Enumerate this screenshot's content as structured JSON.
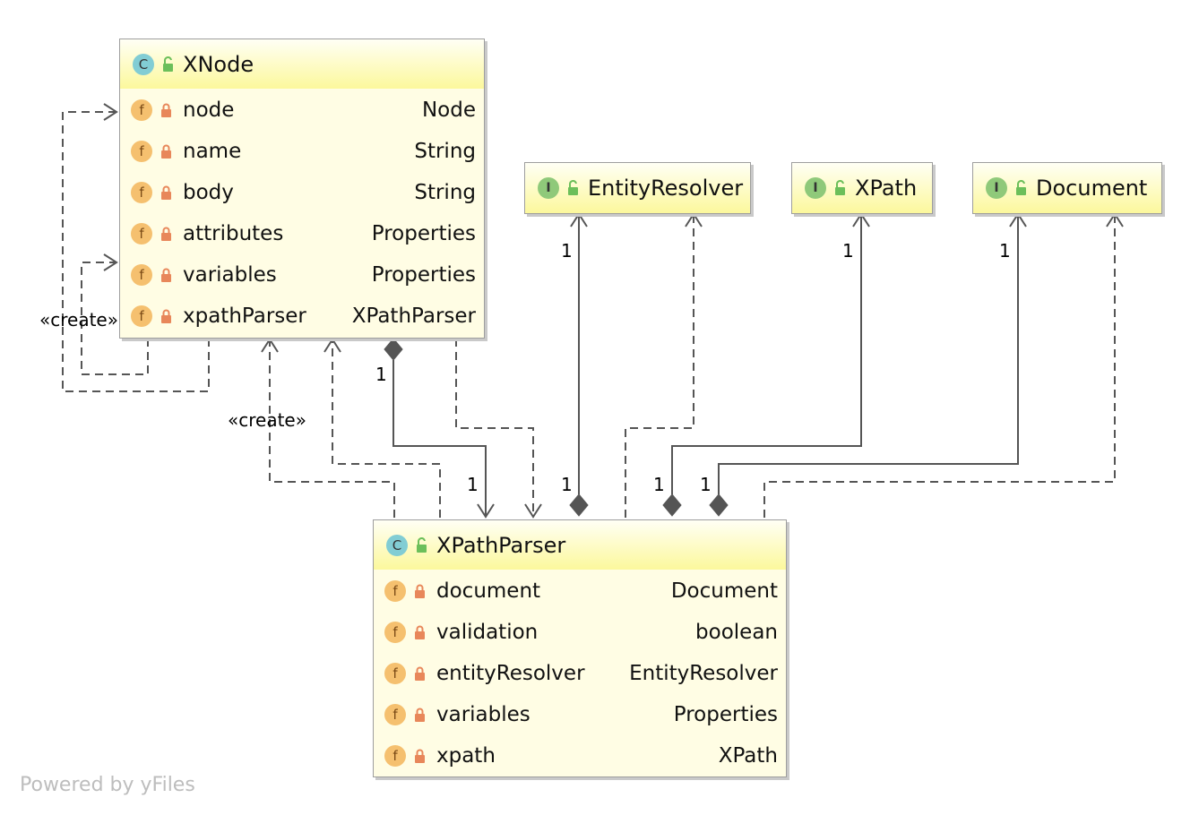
{
  "diagram": {
    "classes": [
      {
        "id": "xnode",
        "kind_badge": "C",
        "name": "XNode",
        "fields": [
          {
            "name": "node",
            "type": "Node"
          },
          {
            "name": "name",
            "type": "String"
          },
          {
            "name": "body",
            "type": "String"
          },
          {
            "name": "attributes",
            "type": "Properties"
          },
          {
            "name": "variables",
            "type": "Properties"
          },
          {
            "name": "xpathParser",
            "type": "XPathParser"
          }
        ]
      },
      {
        "id": "xpathparser",
        "kind_badge": "C",
        "name": "XPathParser",
        "fields": [
          {
            "name": "document",
            "type": "Document"
          },
          {
            "name": "validation",
            "type": "boolean"
          },
          {
            "name": "entityResolver",
            "type": "EntityResolver"
          },
          {
            "name": "variables",
            "type": "Properties"
          },
          {
            "name": "xpath",
            "type": "XPath"
          }
        ]
      }
    ],
    "interfaces": [
      {
        "id": "entityresolver",
        "kind_badge": "I",
        "name": "EntityResolver"
      },
      {
        "id": "xpath",
        "kind_badge": "I",
        "name": "XPath"
      },
      {
        "id": "document",
        "kind_badge": "I",
        "name": "Document"
      }
    ],
    "field_badge": "f",
    "multiplicity": {
      "xnode_diamond": "1",
      "xnode_to_parser_arrow": "1",
      "entityresolver_diamond": "1",
      "entityresolver_arrow": "1",
      "xpath_diamond": "1",
      "xpath_arrow": "1",
      "document_diamond": "1",
      "document_arrow": "1"
    },
    "stereotypes": {
      "self_create": "«create»",
      "parser_create": "«create»"
    },
    "credit": "Powered by yFiles",
    "colors": {
      "header_top": "#fffff5",
      "header_bottom": "#fcf89c",
      "body": "#fffde4",
      "border": "#9e9e9e",
      "class_badge": "#82cdd4",
      "interface_badge": "#8fc97a",
      "field_badge": "#f5c06f",
      "lock_private": "#e8875a",
      "lock_public": "#6cbf5a",
      "edge": "#555555"
    }
  }
}
